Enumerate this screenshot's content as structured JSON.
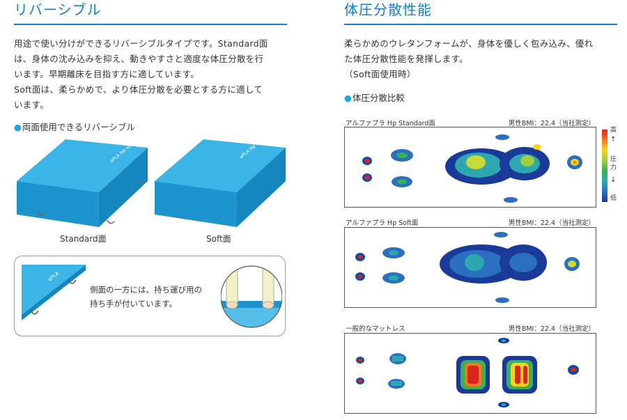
{
  "left": {
    "title": "リバーシブル",
    "paragraph": [
      "用途で使い分けができるリバーシブルタイプです。Standard面",
      "は、身体の沈み込みを抑え、動きやすさと適度な体圧分散を行",
      "います。早期離床を目指す方に適しています。",
      "Soft面は、柔らかめで、より体圧分散を必要とする方に適して",
      "います。"
    ],
    "subheading": "両面使用できるリバーシブル",
    "mattresses": [
      {
        "label": "Standard面",
        "brand": "αPLA Hp standard"
      },
      {
        "label": "Soft面",
        "brand": "αPLA Hp soft"
      }
    ],
    "inset": {
      "lines": [
        "側面の一方には、持ち運び用の",
        "持ち手が付いています。"
      ],
      "brand": "αPLA"
    }
  },
  "right": {
    "title": "体圧分散性能",
    "paragraph": [
      "柔らかめのウレタンフォームが、身体を優しく包み込み、優れ",
      "た体圧分散性能を発揮します。",
      "（Soft面使用時）"
    ],
    "subheading": "体圧分散比較",
    "panels": [
      {
        "label": "アルファプラ Hp Standard面",
        "note": "男性BMI：22.4（当社測定）"
      },
      {
        "label": "アルファプラ Hp Soft面",
        "note": "男性BMI：22.4（当社測定）"
      },
      {
        "label": "一般的なマットレス",
        "note": "男性BMI：22.4（当社測定）"
      }
    ],
    "legend": {
      "high": "高",
      "mid1": "圧",
      "mid2": "力",
      "low": "低"
    }
  },
  "colors": {
    "accent": "#1580c4",
    "mattress": "#29a9e0",
    "dot": "#1aa7dd"
  }
}
